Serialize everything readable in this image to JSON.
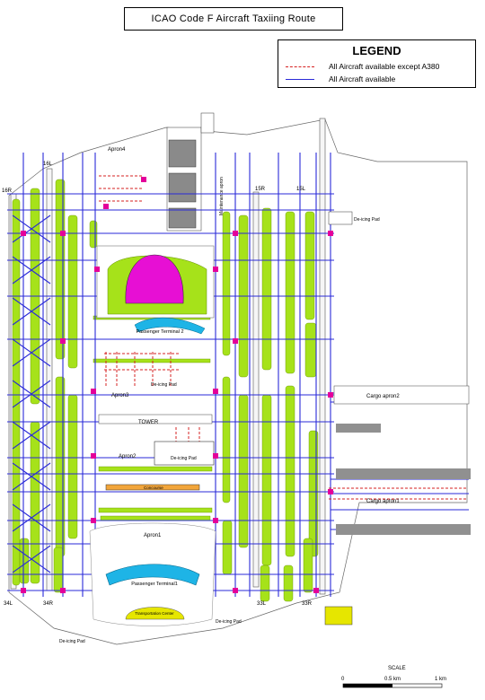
{
  "title": "ICAO Code F Aircraft Taxiing Route",
  "legend": {
    "heading": "LEGEND",
    "items": [
      {
        "label": "All Aircraft available except A380",
        "color": "#d62020",
        "style": "dashed"
      },
      {
        "label": "All Aircraft available",
        "color": "#2a2ad8",
        "style": "solid"
      }
    ]
  },
  "runways": {
    "r16l": "16L",
    "r16r": "16R",
    "r15r": "15R",
    "r15l": "15L",
    "r34l": "34L",
    "r34r": "34R",
    "r33l": "33L",
    "r33r": "33R"
  },
  "areas": {
    "apron4": "Apron4",
    "apron3": "Apron3",
    "apron2": "Apron2",
    "apron1": "Apron1",
    "maintenance_apron": "Maintenance apron",
    "cargo_apron2": "Cargo apron2",
    "cargo_apron1": "Cargo apron1",
    "passenger_terminal2": "Passenger Terminal 2",
    "passenger_terminal1": "Passenger Terminal1",
    "transportation_center": "Transportation Center",
    "concourse": "Concourse",
    "tower": "TOWER",
    "deicing_pad_top_right": "De-icing Pad",
    "deicing_pad_center": "De-icing Pad",
    "deicing_pad_apron2": "De-icing Pad",
    "deicing_pad_bottom_left": "De-icing Pad",
    "deicing_pad_bottom_right": "De-icing Pad"
  },
  "scale": {
    "title": "SCALE",
    "ticks": [
      "0",
      "0.5 km",
      "1 km"
    ]
  },
  "colors": {
    "grass": "#a6e21a",
    "grass_edge": "#5f8a00",
    "terminal": "#1eb4e6",
    "hotspot": "#e4009a",
    "transport": "#e6e600",
    "concourse": "#f2a53a",
    "route_blue": "#2a2ad8",
    "route_red": "#d62020",
    "building": "#808080"
  }
}
